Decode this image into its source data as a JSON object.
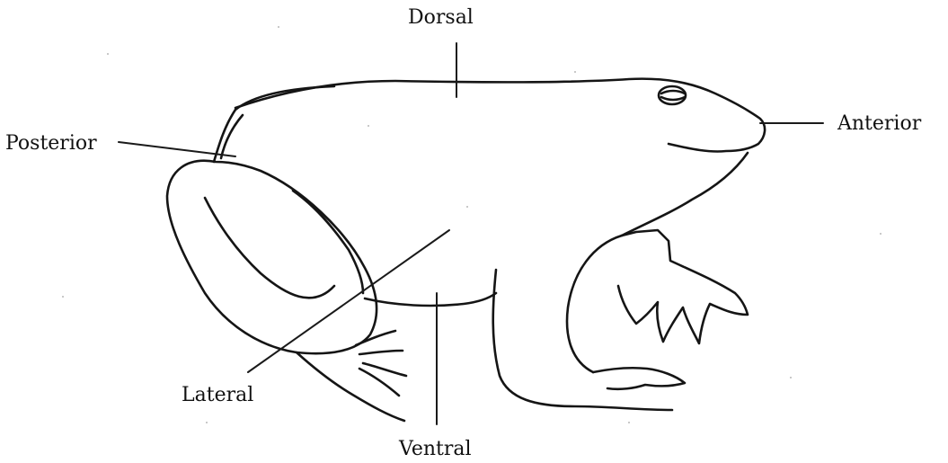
{
  "labels": {
    "dorsal": "Dorsal",
    "anterior": "Anterior",
    "posterior": "Posterior",
    "lateral": "Lateral",
    "ventral": "Ventral"
  },
  "colors": {
    "ink": "#151515",
    "background": "#ffffff"
  }
}
